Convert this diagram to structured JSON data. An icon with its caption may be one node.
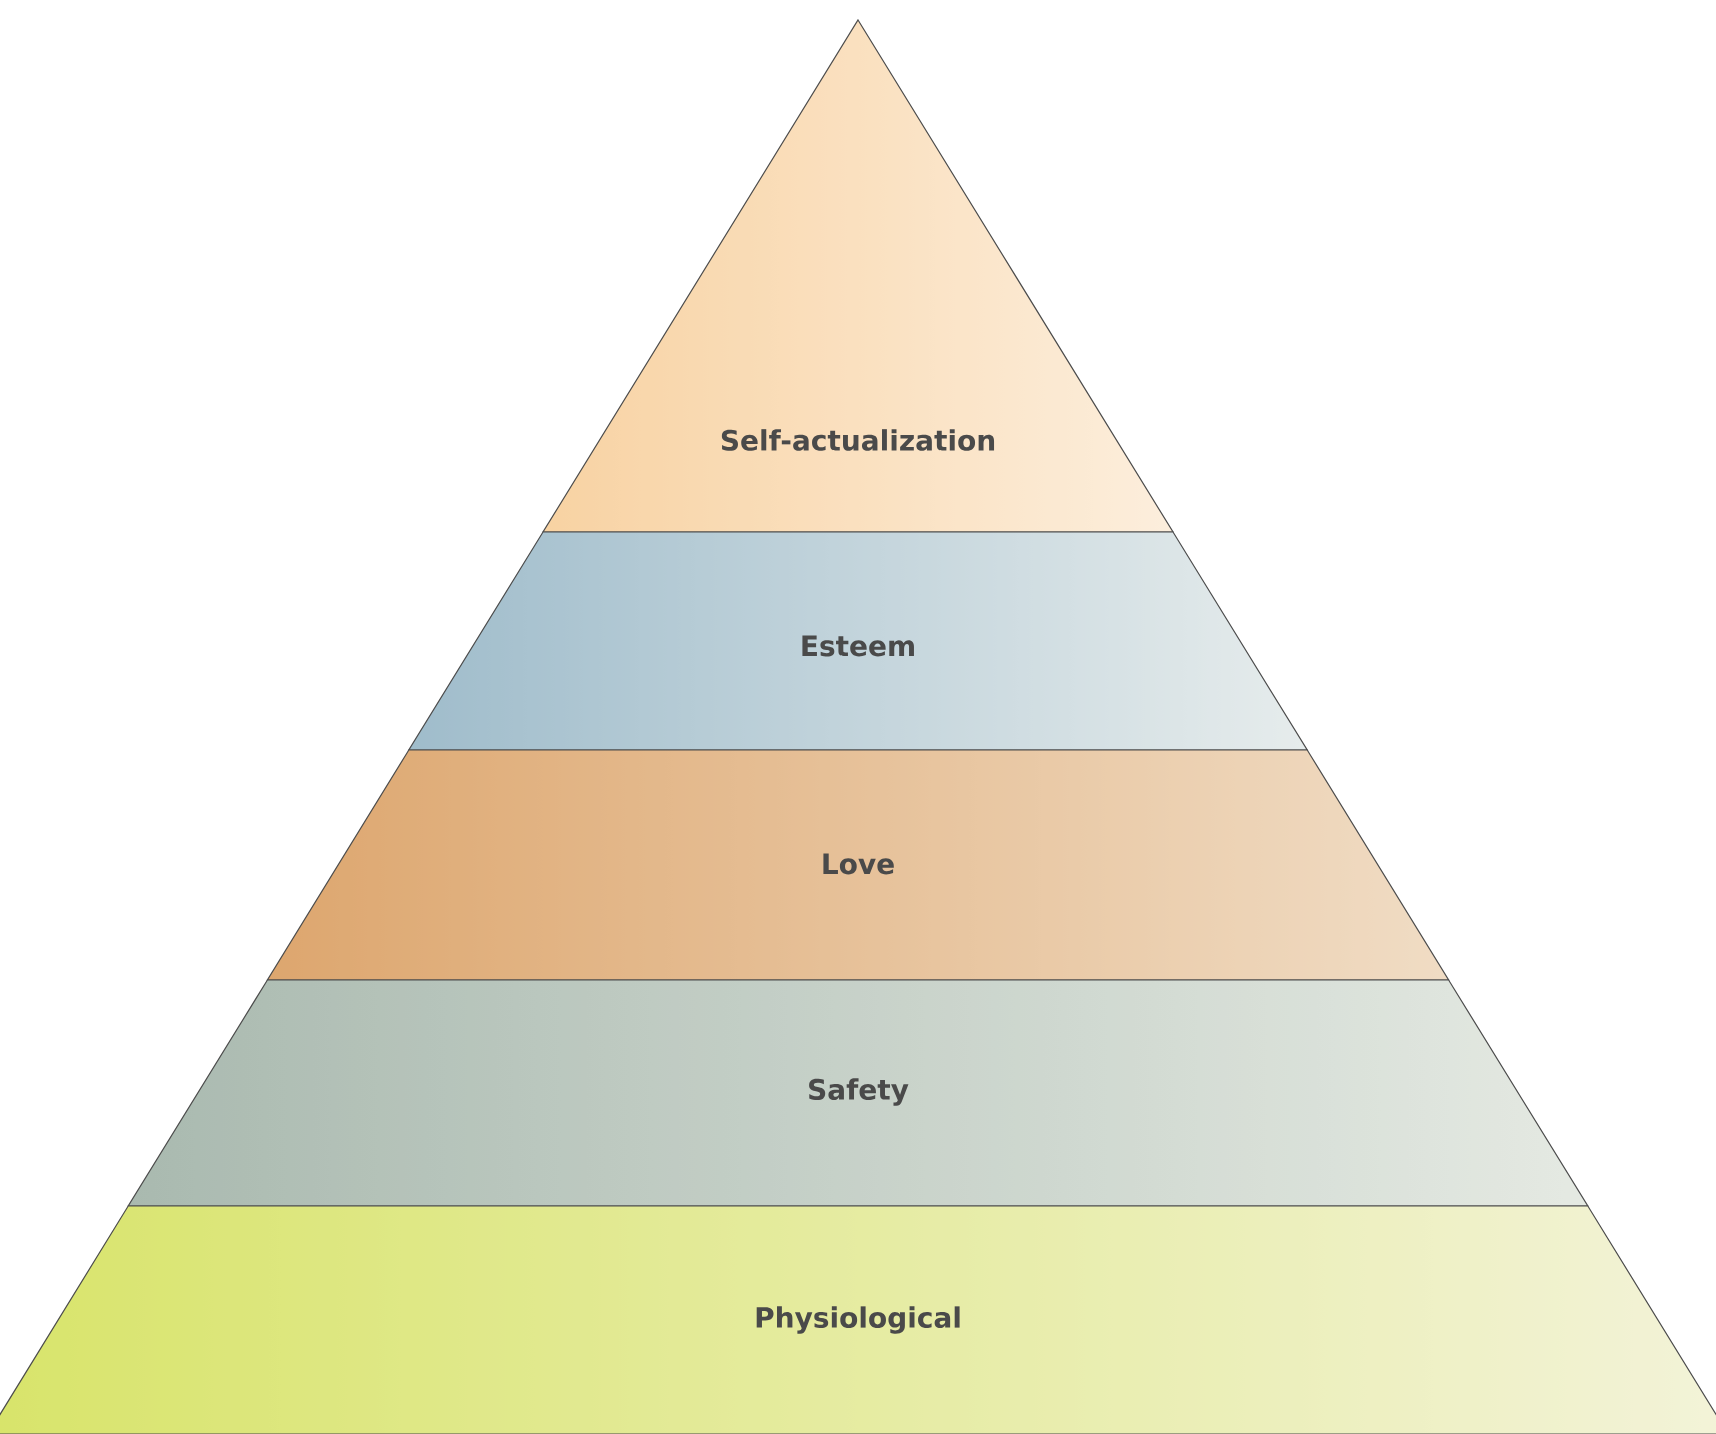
{
  "diagram": {
    "nodes": [
      {
        "text": [
          "Self-actualization"
        ]
      },
      {
        "text": [
          "Esteem"
        ]
      },
      {
        "text": [
          "Love"
        ]
      },
      {
        "text": [
          "Safety"
        ]
      },
      {
        "text": [
          "Physiological"
        ]
      }
    ]
  }
}
